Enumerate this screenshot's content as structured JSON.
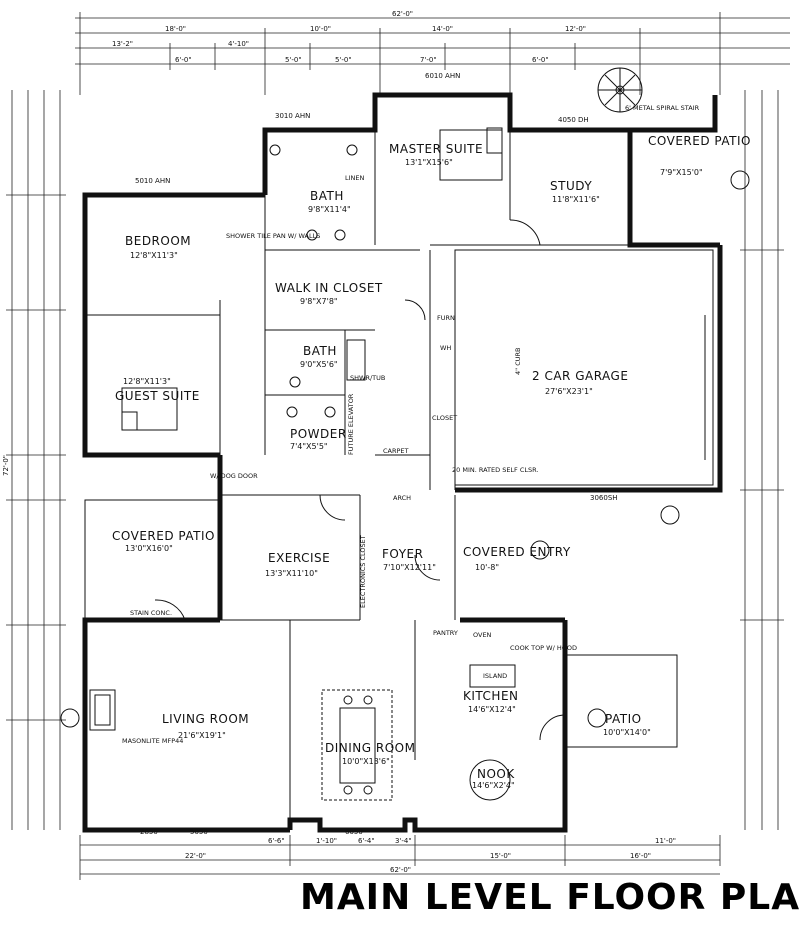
{
  "title": "MAIN LEVEL FLOOR PLAN",
  "overall_dims": {
    "top": "62'-0\"",
    "bottom": "62'-0\"",
    "left": "72'-0\""
  },
  "rooms": {
    "master_suite": {
      "name": "MASTER SUITE",
      "size": "13'1\"X15'6\""
    },
    "study": {
      "name": "STUDY",
      "size": "11'8\"X11'6\""
    },
    "covered_patio_ne": {
      "name": "COVERED PATIO",
      "size": "7'9\"X15'0\""
    },
    "bath_master": {
      "name": "BATH",
      "size": "9'8\"X11'4\""
    },
    "bedroom": {
      "name": "BEDROOM",
      "size": "12'8\"X11'3\""
    },
    "walk_in_closet": {
      "name": "WALK IN CLOSET",
      "size": "9'8\"X7'8\""
    },
    "bath2": {
      "name": "BATH",
      "size": "9'0\"X5'6\""
    },
    "powder": {
      "name": "POWDER",
      "size": "7'4\"X5'5\""
    },
    "guest_suite": {
      "name": "GUEST SUITE",
      "size": "12'8\"X11'3\""
    },
    "garage": {
      "name": "2 CAR GARAGE",
      "size": "27'6\"X23'1\""
    },
    "covered_patio_w": {
      "name": "COVERED PATIO",
      "size": "13'0\"X16'0\""
    },
    "exercise": {
      "name": "EXERCISE",
      "size": "13'3\"X11'10\""
    },
    "foyer": {
      "name": "FOYER",
      "size": "7'10\"X12'11\""
    },
    "covered_entry": {
      "name": "COVERED ENTRY",
      "size": "10'-8\""
    },
    "living_room": {
      "name": "LIVING ROOM",
      "size": "21'6\"X19'1\""
    },
    "dining_room": {
      "name": "DINING ROOM",
      "size": "10'0\"X13'6\""
    },
    "kitchen": {
      "name": "KITCHEN",
      "size": "14'6\"X12'4\""
    },
    "nook": {
      "name": "NOOK",
      "size": "14'6\"X2'4\""
    },
    "patio": {
      "name": "PATIO",
      "size": "10'0\"X14'0\""
    }
  },
  "notes": {
    "linen": "LINEN",
    "shower": "SHOWER TILE PAN W/ WALLS",
    "shower_tub": "SHWR/TUB",
    "closet": "CLOSET",
    "furn": "FURN",
    "wh": "WH",
    "pantry": "PANTRY",
    "oven": "OVEN",
    "island": "ISLAND",
    "cooktop": "COOK TOP W/ HOOD",
    "fireplace": "MASONLITE MFP44",
    "spiral": "6' METAL SPIRAL STAIR",
    "self_close": "20 MIN. RATED SELF CLSR.",
    "dog_door": "W/ DOG DOOR",
    "stain_conc": "STAIN CONC.",
    "carpet": "CARPET",
    "future_elevator": "FUTURE ELEVATOR",
    "arch": "ARCH",
    "curb": "4\" CURB",
    "electrical": "ELECTRONICS CLOSET"
  },
  "dims_top": [
    "18'-0\"",
    "10'-0\"",
    "14'-0\"",
    "12'-0\"",
    "13'-2\"",
    "4'-10\"",
    "5'-0\"",
    "5'-0\"",
    "7'-0\"",
    "6'-0\"",
    "6'-0\""
  ],
  "dims_bottom": [
    "22'-0\"",
    "6'-6\"",
    "1'-10\"",
    "6'-4\"",
    "3'-4\"",
    "15'-0\"",
    "16'-0\"",
    "11'-0\""
  ],
  "window_tags": [
    "5010 AHN",
    "3010 AHN",
    "4050 DH",
    "6010 AHN",
    "3060SH",
    "2850",
    "5050",
    "6050"
  ]
}
